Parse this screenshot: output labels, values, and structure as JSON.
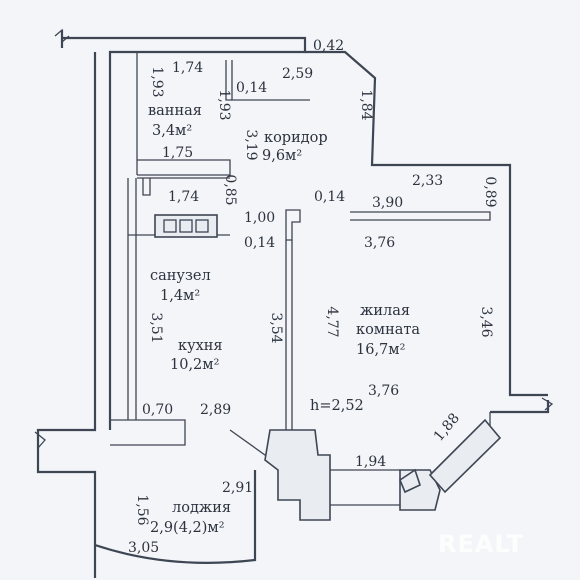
{
  "rooms": {
    "bathroom": {
      "name": "ванная",
      "area": "3,4м²"
    },
    "corridor": {
      "name": "коридор",
      "area": "9,6м²"
    },
    "wc": {
      "name": "санузел",
      "area": "1,4м²"
    },
    "kitchen": {
      "name": "кухня",
      "area": "10,2м²"
    },
    "living": {
      "name": "жилая",
      "name2": "комната",
      "area": "16,7м²"
    },
    "loggia": {
      "name": "лоджия",
      "area": "2,9(4,2)м²"
    }
  },
  "height_label": "h=2,52",
  "dimensions": {
    "d042": "0,42",
    "d174a": "1,74",
    "d193a": "1,93",
    "d193b": "1,93",
    "d014a": "0,14",
    "d259": "2,59",
    "d184": "1,84",
    "d319": "3,19",
    "d175": "1,75",
    "d233": "2,33",
    "d089": "0,89",
    "d174b": "1,74",
    "d085": "0,85",
    "d014b": "0,14",
    "d390": "3,90",
    "d100": "1,00",
    "d014c": "0,14",
    "d376a": "3,76",
    "d351": "3,51",
    "d354": "3,54",
    "d477": "4,77",
    "d346": "3,46",
    "d376b": "3,76",
    "d070": "0,70",
    "d289": "2,89",
    "d188": "1,88",
    "d194": "1,94",
    "d291": "2,91",
    "d156": "1,56",
    "d305": "3,05"
  },
  "watermark": "REALT"
}
